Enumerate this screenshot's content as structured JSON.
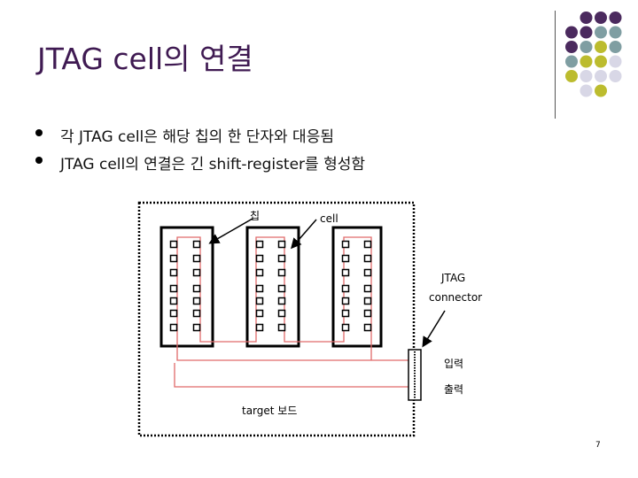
{
  "title": "JTAG cell의 연결",
  "bullets": [
    "각 JTAG cell은 해당 칩의 한 단자와 대응됨",
    "JTAG cell의 연결은 긴 shift-register를 형성함"
  ],
  "diagram": {
    "chip_label": "칩",
    "cell_label": "cell",
    "connector_label_line1": "JTAG",
    "connector_label_line2": "connector",
    "input_label": "입력",
    "output_label": "출력",
    "board_label": "target 보드"
  },
  "page_number": "7",
  "colors": {
    "title": "#3f1a52",
    "wire": "#e06a6a",
    "dot_purple": "#4b2a5e",
    "dot_teal": "#7f9ea2",
    "dot_olive": "#bcbc2e",
    "dot_lavender": "#d8d7e6"
  }
}
